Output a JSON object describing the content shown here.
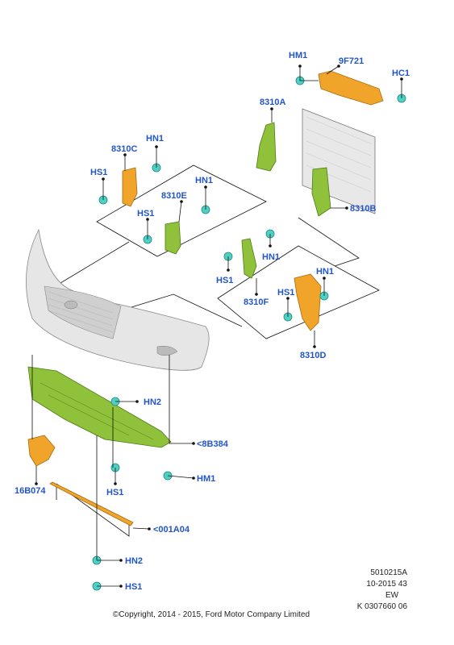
{
  "parts": {
    "hm1_top": "HM1",
    "p9f721": "9F721",
    "hc1": "HC1",
    "p8310a": "8310A",
    "p8310c": "8310C",
    "hn1_c": "HN1",
    "hs1_c": "HS1",
    "hn1_e": "HN1",
    "p8310e": "8310E",
    "hs1_e": "HS1",
    "p8310b": "8310B",
    "hn1_f": "HN1",
    "hs1_f": "HS1",
    "p8310f": "8310F",
    "hn1_d": "HN1",
    "hs1_d": "HS1",
    "p8310d": "8310D",
    "hn2_top": "HN2",
    "p8b384": "<8B384",
    "p16b074": "16B074",
    "hs1_mid": "HS1",
    "hm1_bot": "HM1",
    "p001a04": "<001A04",
    "hn2_bot": "HN2",
    "hs1_bot": "HS1"
  },
  "meta": {
    "line1": "5010215A",
    "line2": "10-2015 43",
    "line3": "EW",
    "line4": "K 0307660 06",
    "copyright": "©Copyright, 2014 - 2015, Ford Motor Company Limited"
  },
  "colors": {
    "label": "#2255cc",
    "green_part": "#8fc23a",
    "orange_part": "#f0a52a",
    "fastener": "#4fd0c4"
  }
}
